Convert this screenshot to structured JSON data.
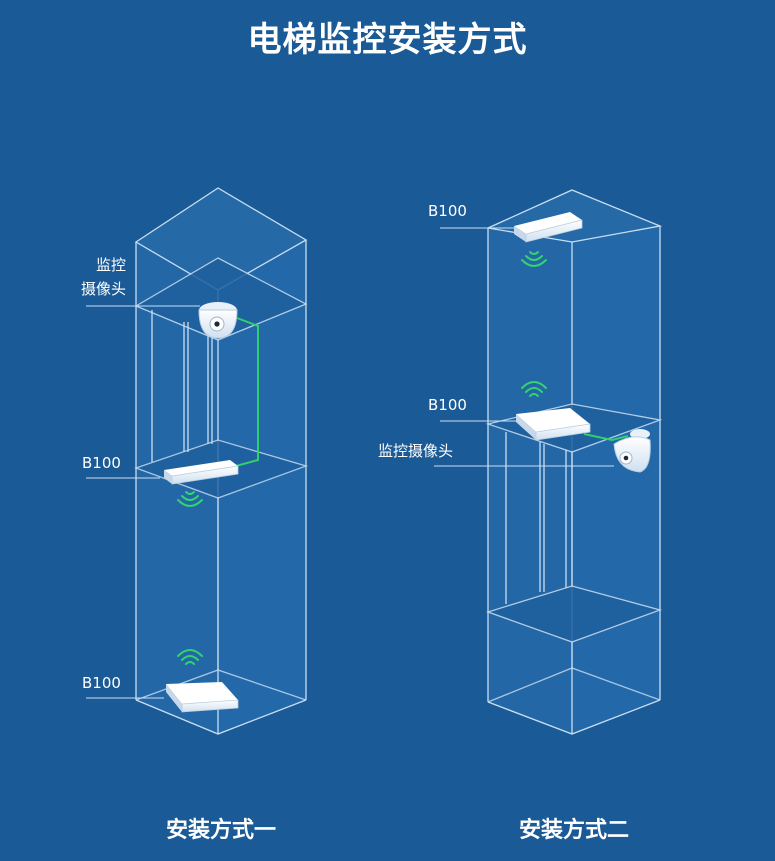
{
  "title": "电梯监控安装方式",
  "method1": {
    "camera_label_line1": "监控",
    "camera_label_line2": "摄像头",
    "b100_mid_label": "B100",
    "b100_bottom_label": "B100",
    "caption": "安装方式一"
  },
  "method2": {
    "b100_top_label": "B100",
    "b100_mid_label": "B100",
    "camera_label": "监控摄像头",
    "caption": "安装方式二"
  },
  "colors": {
    "background": "#1a5a96",
    "shaft_fill": "#2a72b6",
    "outline": "#c9def2",
    "cable": "#2fd06a",
    "wifi": "#33d36e"
  }
}
